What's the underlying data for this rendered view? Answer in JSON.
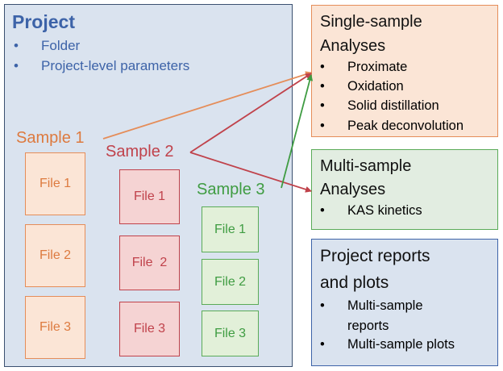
{
  "project": {
    "title": "Project",
    "bullets": [
      "Folder",
      "Project-level parameters"
    ]
  },
  "samples": [
    {
      "label": "Sample 1",
      "files": [
        "File 1",
        "File 2",
        "File 3"
      ]
    },
    {
      "label": "Sample 2",
      "files": [
        "File 1",
        "File  2",
        "File 3"
      ]
    },
    {
      "label": "Sample 3",
      "files": [
        "File 1",
        "File 2",
        "File 3"
      ]
    }
  ],
  "single_sample": {
    "title_line1": "Single-sample",
    "title_line2": "Analyses",
    "bullets": [
      "Proximate",
      "Oxidation",
      "Solid distillation",
      "Peak deconvolution"
    ]
  },
  "multi_sample": {
    "title_line1": "Multi-sample",
    "title_line2": "Analyses",
    "bullets": [
      "KAS kinetics"
    ]
  },
  "reports": {
    "title_line1": "Project reports",
    "title_line2": "and plots",
    "bullets_line": [
      "Multi-sample",
      "reports",
      "Multi-sample plots"
    ]
  },
  "bullet_char": "•",
  "colors": {
    "project_fill": "#dae3ef",
    "sample1": "#dd7a3f",
    "sample2": "#c0424b",
    "sample3": "#3f9c42",
    "project_text": "#3d63a8"
  }
}
